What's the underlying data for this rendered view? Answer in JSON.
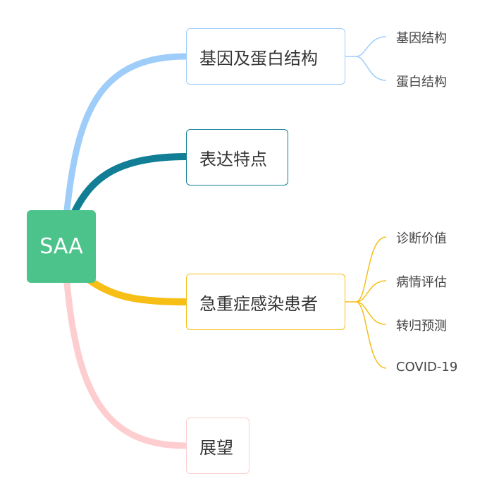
{
  "root": {
    "label": "SAA",
    "color": "#4cc38a"
  },
  "branches": [
    {
      "label": "基因及蛋白结构",
      "color": "#9ecdfa",
      "leaves": [
        "基因结构",
        "蛋白结构"
      ]
    },
    {
      "label": "表达特点",
      "color": "#117e96",
      "leaves": []
    },
    {
      "label": "急重症感染患者",
      "color": "#f7be16",
      "leaves": [
        "诊断价值",
        "病情评估",
        "转归预测",
        "COVID-19"
      ]
    },
    {
      "label": "展望",
      "color": "#fdcdcf",
      "leaves": []
    }
  ]
}
